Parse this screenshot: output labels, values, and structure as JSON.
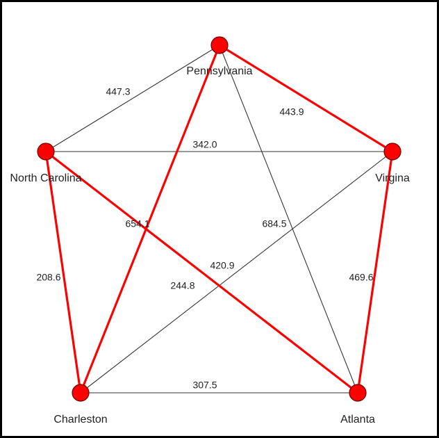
{
  "graph": {
    "nodes": [
      {
        "id": "pennsylvania",
        "label": "Pennsylvania"
      },
      {
        "id": "north_carolina",
        "label": "North Carolina"
      },
      {
        "id": "virgina",
        "label": "Virgina"
      },
      {
        "id": "charleston",
        "label": "Charleston"
      },
      {
        "id": "atlanta",
        "label": "Atlanta"
      }
    ],
    "edges": [
      {
        "source": "pennsylvania",
        "target": "north_carolina",
        "weight": "447.3",
        "highlighted": false
      },
      {
        "source": "pennsylvania",
        "target": "virgina",
        "weight": "443.9",
        "highlighted": true
      },
      {
        "source": "pennsylvania",
        "target": "charleston",
        "weight": "654.1",
        "highlighted": true
      },
      {
        "source": "pennsylvania",
        "target": "atlanta",
        "weight": "684.5",
        "highlighted": false
      },
      {
        "source": "north_carolina",
        "target": "virgina",
        "weight": "342.0",
        "highlighted": false
      },
      {
        "source": "north_carolina",
        "target": "charleston",
        "weight": "208.6",
        "highlighted": true
      },
      {
        "source": "north_carolina",
        "target": "atlanta",
        "weight": "244.8",
        "highlighted": true
      },
      {
        "source": "virgina",
        "target": "charleston",
        "weight": "420.9",
        "highlighted": false
      },
      {
        "source": "virgina",
        "target": "atlanta",
        "weight": "469.6",
        "highlighted": true
      },
      {
        "source": "charleston",
        "target": "atlanta",
        "weight": "307.5",
        "highlighted": false
      }
    ],
    "colors": {
      "node_fill": "#ff0000",
      "node_stroke": "#6b0000",
      "highlight_edge": "#ff0000",
      "normal_edge": "#333333",
      "label": "#222222"
    }
  }
}
